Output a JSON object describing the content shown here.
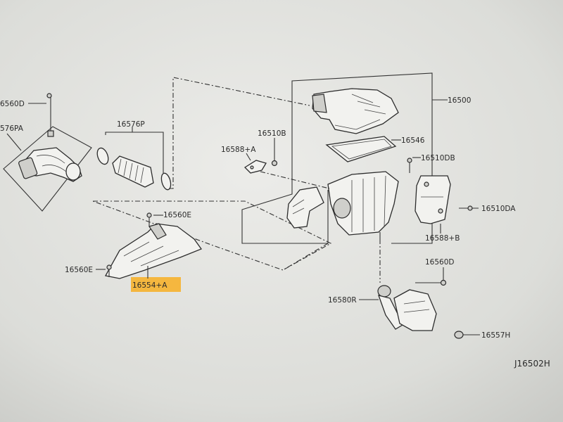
{
  "colors": {
    "background": "#d9dad6",
    "paper": "#e9e9e6",
    "ink": "#2a2a2a",
    "highlight": "#f6b12e"
  },
  "labels": {
    "p16560D_left": "6560D",
    "p16576PA": "576PA",
    "p16576P": "16576P",
    "p16510B": "16510B",
    "p16588A": "16588+A",
    "p16500": "16500",
    "p16546": "16546",
    "p16510DB": "16510DB",
    "p16510DA": "16510DA",
    "p16588B": "16588+B",
    "p16560E_top": "16560E",
    "p16560E_left": "16560E",
    "p16554A": "16554+A",
    "p16560D_right": "16560D",
    "p16580R": "16580R",
    "p16557H": "16557H"
  },
  "diagram_code": "J16502H"
}
